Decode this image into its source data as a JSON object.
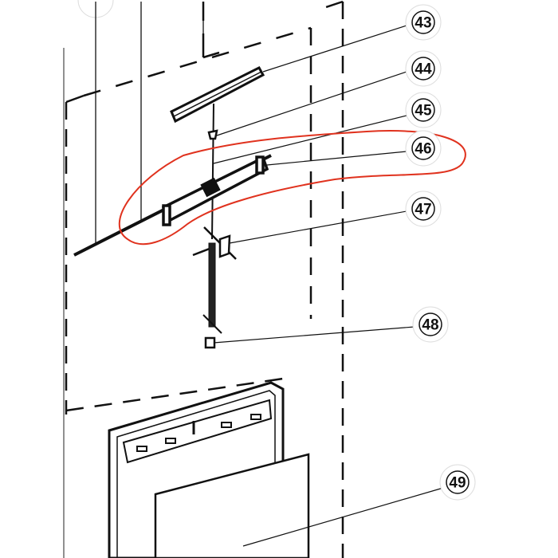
{
  "diagram": {
    "callouts": [
      {
        "label": "43",
        "part": "top-rail-cover"
      },
      {
        "label": "44",
        "part": "clip"
      },
      {
        "label": "45",
        "part": "connector-rod"
      },
      {
        "label": "46",
        "part": "hinge-bracket-assembly"
      },
      {
        "label": "47",
        "part": "pivot-bracket"
      },
      {
        "label": "48",
        "part": "lower-clip"
      },
      {
        "label": "49",
        "part": "door-panel"
      }
    ],
    "highlight_color": "#e0321e"
  }
}
